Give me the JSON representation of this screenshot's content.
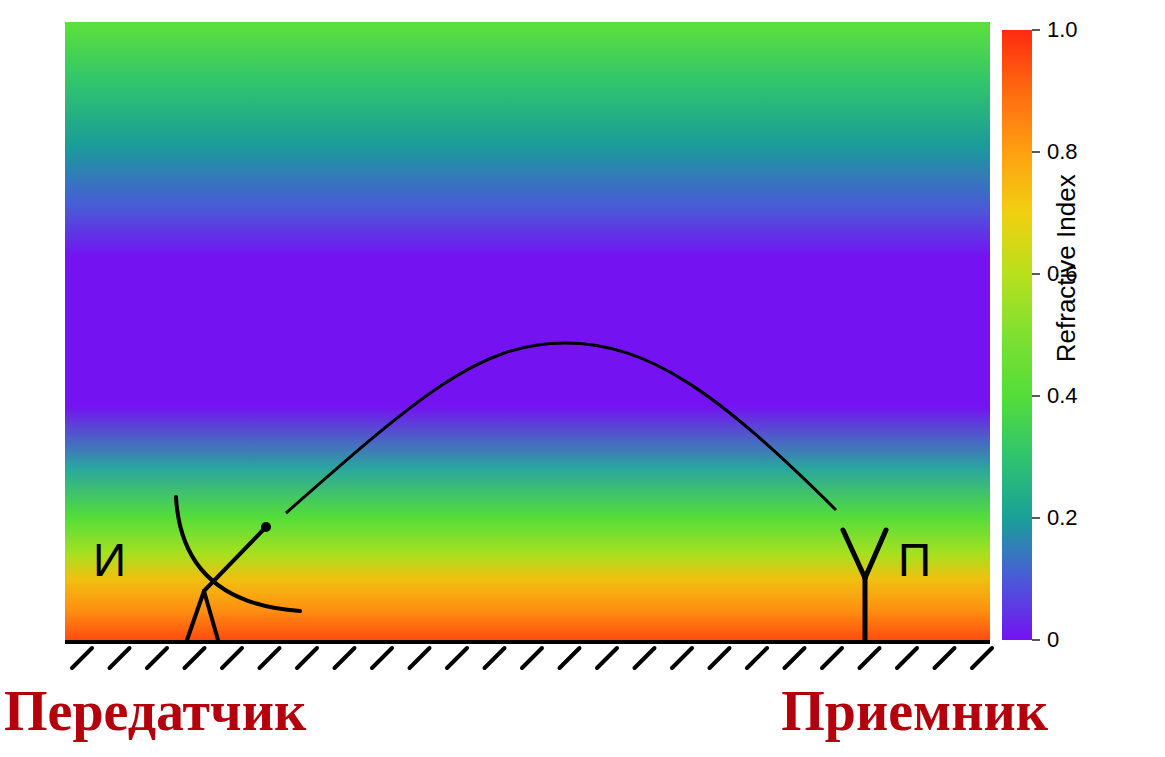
{
  "diagram": {
    "labels": [
      "И",
      "П",
      "1.0",
      "0.8",
      "0.6",
      "0.4",
      "0.2",
      "0",
      "Refractive Index",
      "Передатчик",
      "Приемник"
    ]
  }
}
